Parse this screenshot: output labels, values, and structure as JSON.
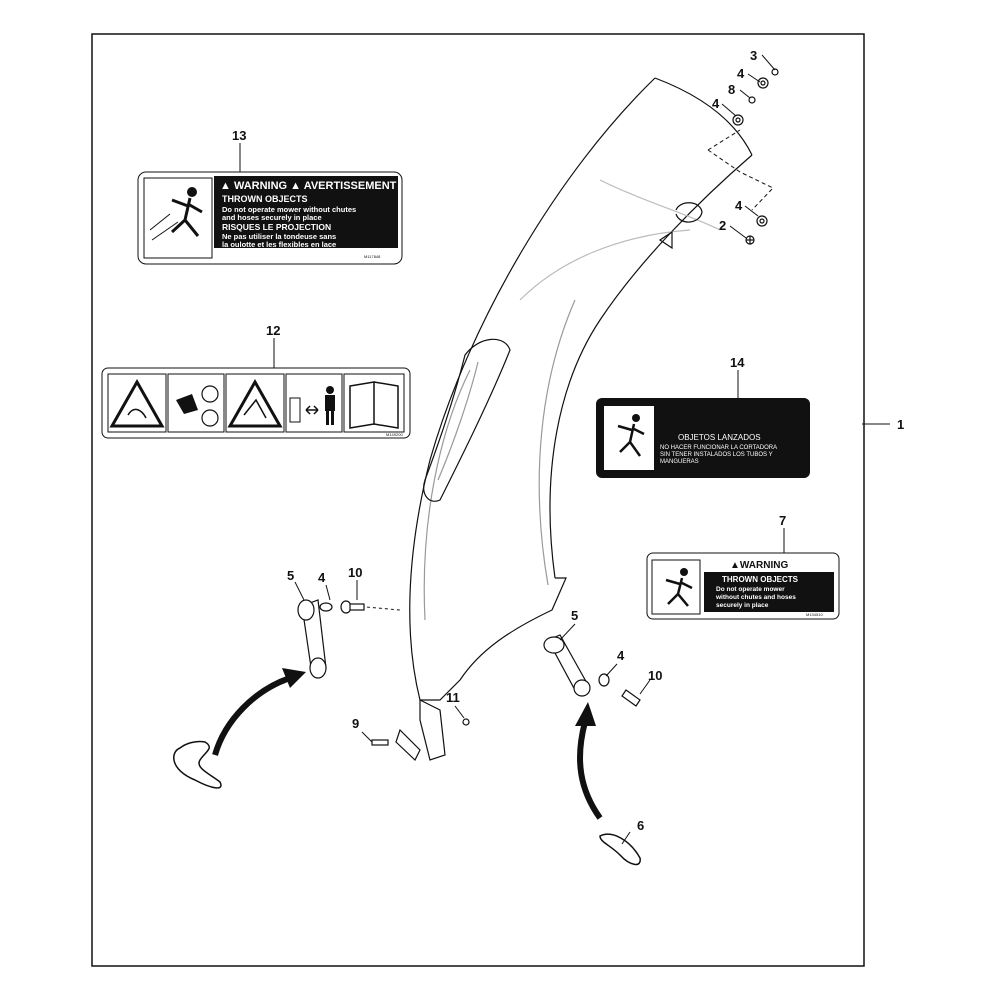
{
  "callouts": {
    "c1": "1",
    "c2": "2",
    "c3": "3",
    "c4a": "4",
    "c4b": "4",
    "c4c": "4",
    "c4d": "4",
    "c4e": "4",
    "c5a": "5",
    "c5b": "5",
    "c6": "6",
    "c7": "7",
    "c8": "8",
    "c9": "9",
    "c10a": "10",
    "c10b": "10",
    "c11": "11",
    "c12": "12",
    "c13": "13",
    "c14": "14"
  },
  "decal13": {
    "header": "▲ WARNING  ▲ AVERTISSEMENT",
    "line1": "THROWN OBJECTS",
    "line2": "Do not operate mower without chutes",
    "line3": "and hoses securely in place",
    "line4": "RISQUES LE PROJECTION",
    "line5": "Ne pas utiliser la tondeuse sans",
    "line6": "la  oulotte et les flexibles en   lace",
    "code": "M117848"
  },
  "decal12": {
    "code": "M149200"
  },
  "decal14": {
    "line1": "OBJETOS LANZADOS",
    "line2": "NO HACER FUNCIONAR LA CORTADORA",
    "line3": "SIN TENER INSTALADOS LOS TUBOS Y",
    "line4": "MANGUERAS"
  },
  "decal7": {
    "header": "▲WARNING",
    "line1": "THROWN OBJECTS",
    "line2": "Do not operate mower",
    "line3": "without chutes and hoses",
    "line4": "securely in place",
    "code": "M134510"
  },
  "colors": {
    "line": "#111111",
    "panel": "#ffffff",
    "decal_dark": "#111111"
  }
}
